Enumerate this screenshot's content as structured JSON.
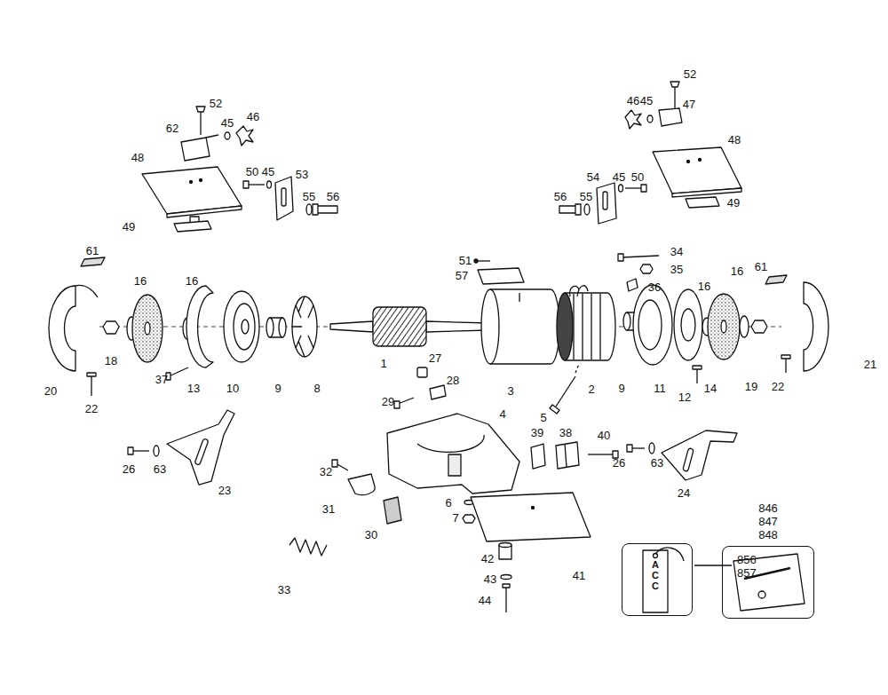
{
  "diagram": {
    "nodes": [
      {
        "text": [
          "846 847 848"
        ]
      },
      {
        "text": [
          "ACC",
          "856 857"
        ]
      }
    ],
    "labels": [
      "52",
      "45",
      "46",
      "62",
      "48",
      "50",
      "45",
      "53",
      "55",
      "56",
      "49",
      "52",
      "46",
      "45",
      "47",
      "48",
      "54",
      "45",
      "50",
      "56",
      "55",
      "49",
      "61",
      "16",
      "16",
      "51",
      "57",
      "34",
      "35",
      "36",
      "16",
      "16",
      "61",
      "18",
      "37",
      "20",
      "13",
      "10",
      "9",
      "8",
      "1",
      "3",
      "2",
      "9",
      "11",
      "12",
      "14",
      "19",
      "21",
      "22",
      "22",
      "27",
      "28",
      "29",
      "5",
      "4",
      "39",
      "38",
      "40",
      "26",
      "63",
      "23",
      "32",
      "26",
      "63",
      "24",
      "6",
      "7",
      "31",
      "30",
      "42",
      "43",
      "44",
      "41",
      "33"
    ]
  }
}
